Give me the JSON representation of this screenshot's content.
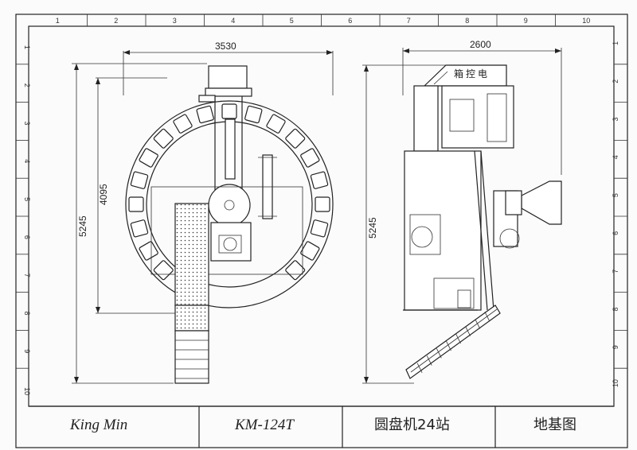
{
  "border": {
    "top_ticks": [
      "1",
      "2",
      "3",
      "4",
      "5",
      "6",
      "7",
      "8",
      "9",
      "10"
    ],
    "left_ticks": [
      "1",
      "2",
      "3",
      "4",
      "5",
      "6",
      "7",
      "8",
      "9",
      "10"
    ],
    "right_ticks": [
      "1",
      "2",
      "3",
      "4",
      "5",
      "6",
      "7",
      "8",
      "9",
      "10"
    ]
  },
  "dimensions": {
    "top_width": "3530",
    "inner_height": "4095",
    "total_height": "5245",
    "side_width": "2600",
    "side_height": "5245"
  },
  "cabinet_label": [
    "电",
    "控",
    "箱"
  ],
  "title_block": {
    "company": "King   Min",
    "model": "KM-124T",
    "machine": "圆盘机24站",
    "drawing": "地基图"
  }
}
